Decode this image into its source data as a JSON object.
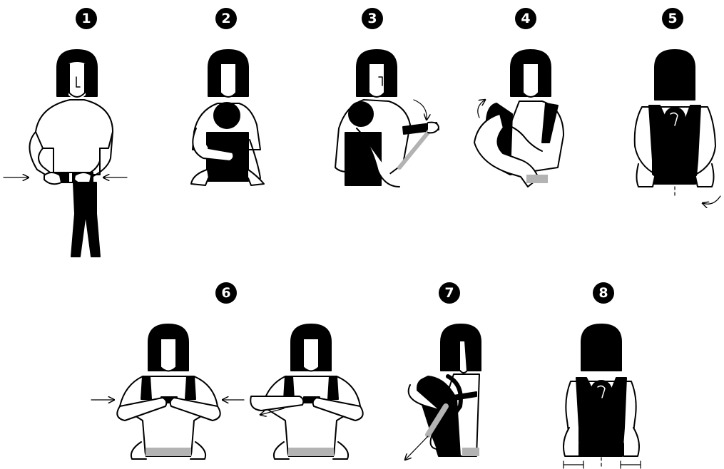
{
  "colors": {
    "ink": "#000000",
    "paper": "#ffffff",
    "strap_gray": "#b3b3b3"
  },
  "steps": [
    {
      "number": "1",
      "icon": "buckle-waist-belt-icon"
    },
    {
      "number": "2",
      "icon": "hold-baby-to-chest-icon"
    },
    {
      "number": "3",
      "icon": "lift-carrier-over-shoulder-icon"
    },
    {
      "number": "4",
      "icon": "second-shoulder-strap-icon"
    },
    {
      "number": "5",
      "icon": "check-back-panel-centered-icon"
    },
    {
      "number": "6",
      "icon": "fasten-chest-buckle-icon"
    },
    {
      "number": "7",
      "icon": "tighten-straps-icon"
    },
    {
      "number": "8",
      "icon": "check-baby-position-icon"
    }
  ]
}
